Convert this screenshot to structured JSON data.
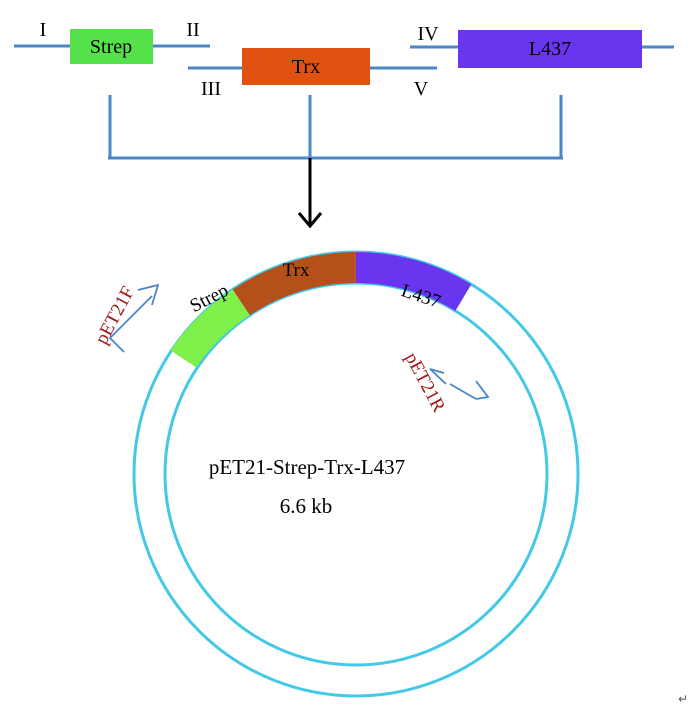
{
  "fragments": {
    "strep": {
      "label": "Strep",
      "color": "#55e14a"
    },
    "trx": {
      "label": "Trx",
      "color": "#e0520f"
    },
    "l437": {
      "label": "L437",
      "color": "#6a35ef"
    }
  },
  "primer_sites": [
    "I",
    "II",
    "III",
    "IV",
    "V"
  ],
  "plasmid": {
    "name": "pET21-Strep-Trx-L437",
    "size": "6.6 kb",
    "segments": {
      "strep": {
        "label": "Strep",
        "color": "#7ff04a"
      },
      "trx": {
        "label": "Trx",
        "color": "#b5501a"
      },
      "l437": {
        "label": "L437",
        "color": "#6a35ef"
      }
    },
    "primers": {
      "forward": "pET21F",
      "reverse": "pET21R"
    }
  },
  "colors": {
    "line": "#4a86c8",
    "ring": "#44c8e8",
    "primer_text": "#a01818"
  },
  "corner_mark": "↵"
}
